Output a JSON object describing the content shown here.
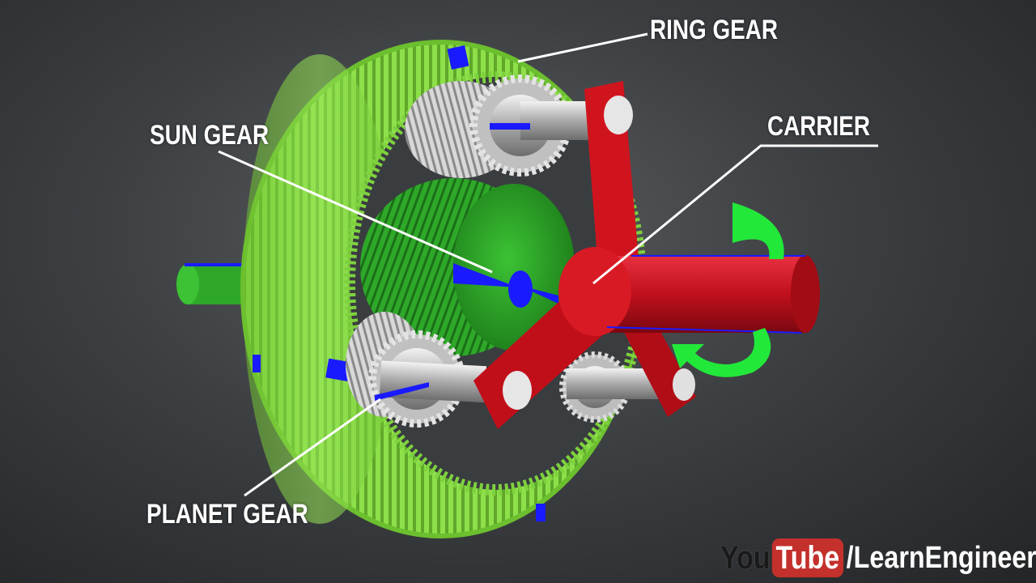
{
  "labels": {
    "ring_gear": "RING GEAR",
    "carrier": "CARRIER",
    "sun_gear": "SUN GEAR",
    "planet_gear": "PLANET GEAR"
  },
  "watermark": {
    "you": "You",
    "tube": "Tube",
    "channel": "/LearnEngineering"
  },
  "colors": {
    "ring_gear": "#8ee04a",
    "sun_gear": "#2fa82a",
    "carrier": "#d0141e",
    "planet_gear": "#c9c9c9",
    "marker": "#1a1aff",
    "rotation_arrow": "#22e83a",
    "youtube_red": "#c4302b"
  }
}
